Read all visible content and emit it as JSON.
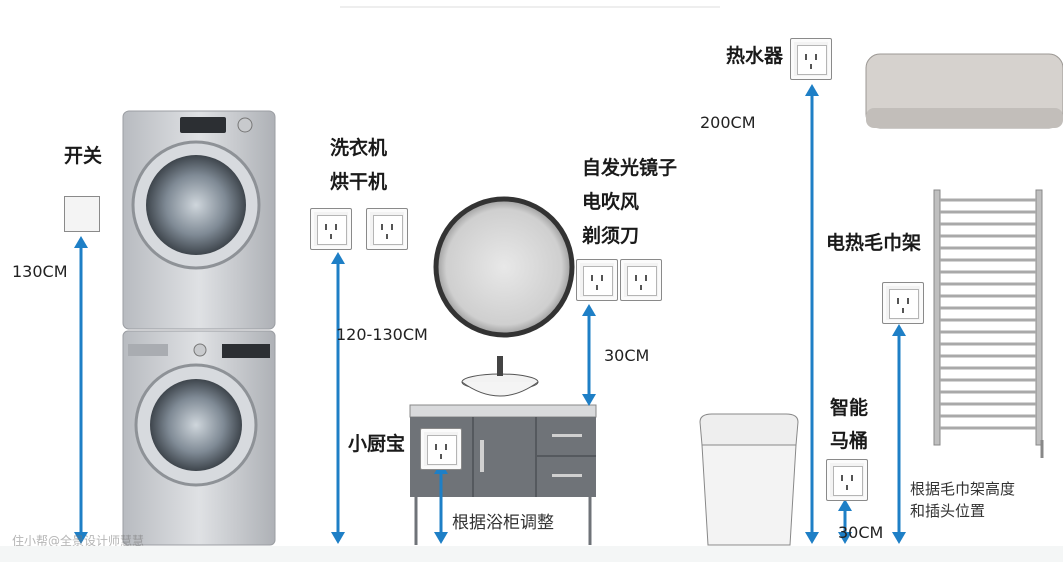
{
  "labels": {
    "switch": "开关",
    "washer_line1": "洗衣机",
    "washer_line2": "烘干机",
    "mirror_line1": "自发光镜子",
    "mirror_line2": "电吹风",
    "mirror_line3": "剃须刀",
    "kitchen_treasure": "小厨宝",
    "water_heater": "热水器",
    "towel_rack": "电热毛巾架",
    "toilet_line1": "智能",
    "toilet_line2": "马桶"
  },
  "dimensions": {
    "switch_height": "130CM",
    "washer_height": "120-130CM",
    "mirror_offset": "30CM",
    "heater_height": "200CM",
    "toilet_height": "30CM"
  },
  "notes": {
    "cabinet_adjust": "根据浴柜调整",
    "towel_note_line1": "根据毛巾架高度",
    "towel_note_line2": "和插头位置"
  },
  "watermark": "住小帮@全景设计师慧慧",
  "colors": {
    "arrow": "#1e7fc6",
    "appliance": "#c9cbcf",
    "cabinet": "#6f7378"
  }
}
